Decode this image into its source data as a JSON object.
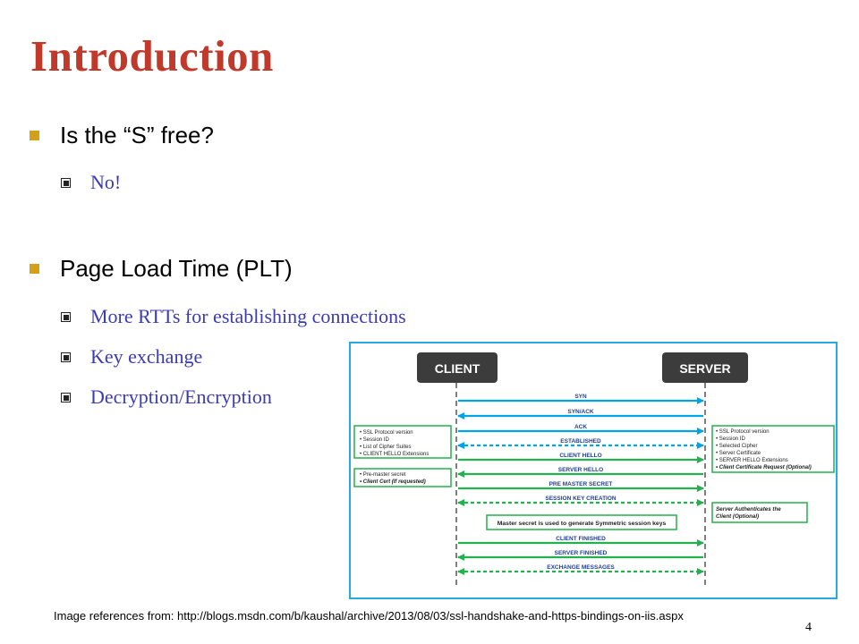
{
  "slide": {
    "title": "Introduction",
    "bullets": [
      {
        "text": "Is the “S” free?",
        "sub": [
          "No!"
        ]
      },
      {
        "text": "Page Load Time (PLT)",
        "sub": [
          "More RTTs for establishing connections",
          "Key exchange",
          "Decryption/Encryption"
        ]
      }
    ],
    "reference": "Image references from: http://blogs.msdn.com/b/kaushal/archive/2013/08/03/ssl-handshake-and-https-bindings-on-iis.aspx",
    "page_number": "4"
  },
  "diagram": {
    "client_label": "CLIENT",
    "server_label": "SERVER",
    "colors": {
      "blue": "#00a2e8",
      "green": "#22b14c",
      "dark": "#3c3c3c",
      "label": "#1f3f8c"
    },
    "messages": [
      {
        "label": "SYN",
        "dir": "right",
        "color": "blue",
        "style": "solid"
      },
      {
        "label": "SYN/ACK",
        "dir": "left",
        "color": "blue",
        "style": "solid"
      },
      {
        "label": "ACK",
        "dir": "right",
        "color": "blue",
        "style": "solid"
      },
      {
        "label": "ESTABLISHED",
        "dir": "both",
        "color": "blue",
        "style": "dashed"
      },
      {
        "label": "CLIENT HELLO",
        "dir": "right",
        "color": "green",
        "style": "solid"
      },
      {
        "label": "SERVER HELLO",
        "dir": "left",
        "color": "green",
        "style": "solid"
      },
      {
        "label": "PRE MASTER SECRET",
        "dir": "right",
        "color": "green",
        "style": "solid"
      },
      {
        "label": "SESSION KEY CREATION",
        "dir": "both",
        "color": "green",
        "style": "dashed"
      },
      {
        "label": "CLIENT FINISHED",
        "dir": "right",
        "color": "green",
        "style": "solid"
      },
      {
        "label": "SERVER FINISHED",
        "dir": "left",
        "color": "green",
        "style": "solid"
      },
      {
        "label": "EXCHANGE MESSAGES",
        "dir": "both",
        "color": "green",
        "style": "dashed"
      }
    ],
    "client_box1": [
      "SSL Protocol version",
      "Session ID",
      "List of Cipher Suites",
      "CLIENT HELLO Extensions"
    ],
    "client_box2": [
      "Pre-master secret",
      "Client Cert (If requested)"
    ],
    "server_box1": [
      "SSL Protocol version",
      "Session ID",
      "Selected Cipher",
      "Server Certificate",
      "SERVER HELLO Extensions",
      "Client Certificate Request (Optional)"
    ],
    "server_box2": "Server Authenticates the Client (Optional)",
    "master_note": "Master secret is used to generate Symmetric session keys"
  }
}
